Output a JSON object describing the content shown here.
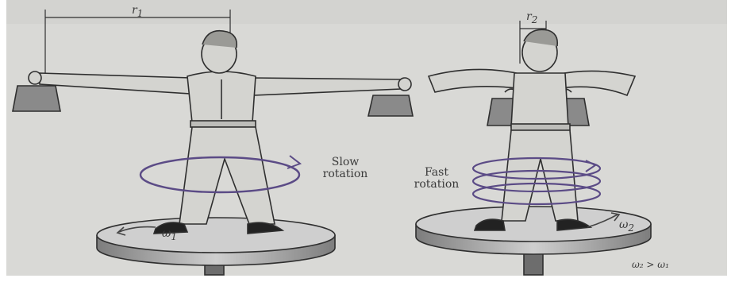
{
  "diagram": {
    "labels": {
      "r1": "r",
      "r1_sub": "1",
      "r2": "r",
      "r2_sub": "2",
      "slow_line1": "Slow",
      "slow_line2": "rotation",
      "fast_line1": "Fast",
      "fast_line2": "rotation",
      "omega1": "ω",
      "omega1_sub": "1",
      "omega2": "ω",
      "omega2_sub": "2",
      "relation": "ω₂ > ω₁"
    },
    "colors": {
      "paper": "#d9d9d6",
      "ink": "#2f2f2f",
      "rotation_arrow": "#5b4b86",
      "platform_top": "#cfcfcf",
      "platform_side": "#8f8f8f"
    }
  }
}
